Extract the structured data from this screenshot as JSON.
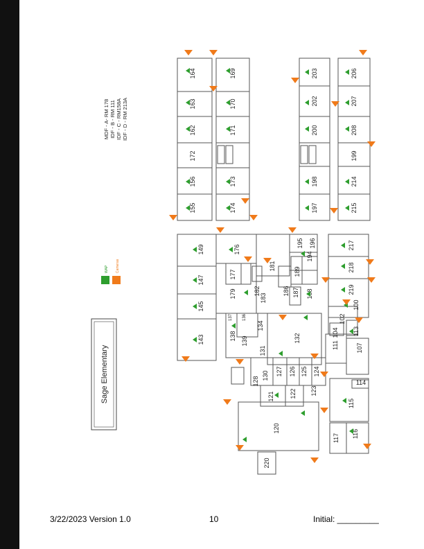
{
  "school_name": "Sage Elementary",
  "legend": {
    "wap_label": "WAP",
    "cameras_label": "Cameras",
    "wap_color": "#2e9e2e",
    "camera_color": "#f07a1a"
  },
  "idf_lines": [
    "MDF - A- RM 178",
    "IDF - B - RM 111",
    "IDF - C - RM158A",
    "IDF - D - RM 213A"
  ],
  "rooms": {
    "r164": "164",
    "r169": "169",
    "r203": "203",
    "r206": "206",
    "r163": "163",
    "r170": "170",
    "r202": "202",
    "r207": "207",
    "r162": "162",
    "r171": "171",
    "r200": "200",
    "r208": "208",
    "r172": "172",
    "r199": "199",
    "r156": "156",
    "r173": "173",
    "r198": "198",
    "r214": "214",
    "r155": "155",
    "r174": "174",
    "r197": "197",
    "r215": "215",
    "r149": "149",
    "r176": "176",
    "r181": "181",
    "r195": "195",
    "r196": "196",
    "r217": "217",
    "r147": "147",
    "r177": "177",
    "r189": "189",
    "r194": "194",
    "r218": "218",
    "r145": "145",
    "r179": "179",
    "r182": "182",
    "r183": "183",
    "r186": "186",
    "r187": "187",
    "r188": "188",
    "r219": "219",
    "r143": "143",
    "r137": "137",
    "r136": "136",
    "r134": "134",
    "r100": "100",
    "r102": "102",
    "r138": "138",
    "r139": "139",
    "r104": "104",
    "r113": "113",
    "r131": "131",
    "r132": "132",
    "r111": "111",
    "r107": "107",
    "r127": "127",
    "r126": "126",
    "r125": "125",
    "r124": "124",
    "r130": "130",
    "r128": "128",
    "r121": "121",
    "r122": "122",
    "r123": "123",
    "r114": "114",
    "r115": "115",
    "r120": "120",
    "r117": "117",
    "r116": "116",
    "r220": "220"
  },
  "footer": {
    "date_version": "3/22/2023  Version 1.0",
    "page_number": "10",
    "initial_label": "Initial: _________"
  }
}
